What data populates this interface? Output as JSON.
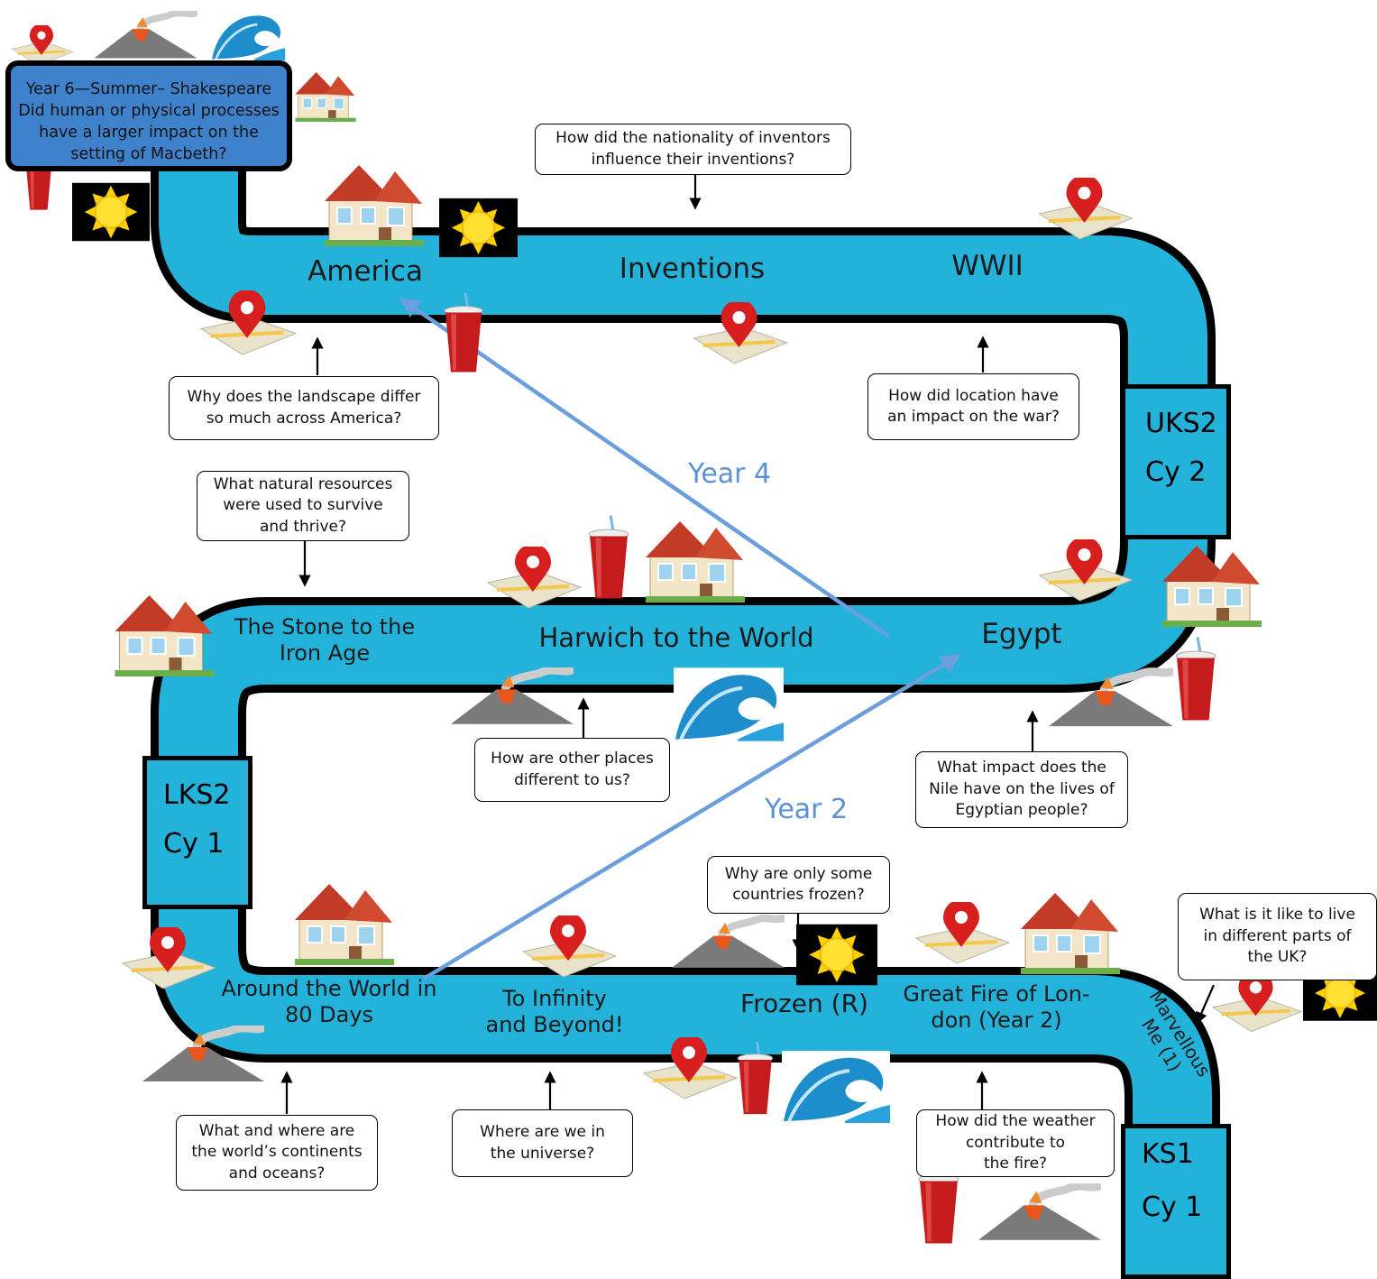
{
  "title_box": {
    "text": "Year 6—Summer– Shakespeare\nDid human or physical processes\nhave a larger impact on the\n        setting of Macbeth?"
  },
  "stages": [
    {
      "line1": "KS1",
      "line2": "Cy 1"
    },
    {
      "line1": "LKS2",
      "line2": "Cy 1"
    },
    {
      "line1": "UKS2",
      "line2": "Cy 2"
    }
  ],
  "topics": {
    "marvellous_me": "Marvellous\nMe (1)",
    "great_fire": "Great Fire of Lon-\ndon (Year 2)",
    "frozen": "Frozen (R)",
    "infinity": "To Infinity\nand Beyond!",
    "around_world": "Around the World in\n80 Days",
    "stone_iron": "The Stone to the\nIron Age",
    "harwich": "Harwich to the World",
    "egypt": "Egypt",
    "wwii": "WWII",
    "inventions": "Inventions",
    "america": "America"
  },
  "years": {
    "year4": "Year 4",
    "year2": "Year 2"
  },
  "questions": {
    "uk_parts": "What is it like to live\nin different parts of\nthe UK?",
    "weather_fire": "How did the weather\n     contribute to\n     the fire?",
    "frozen_q": "Why are only some\ncountries frozen?",
    "universe": "Where are we in\nthe universe?",
    "continents": "What and where are\nthe world’s continents\nand oceans?",
    "other_places": "How are other places\ndifferent to us?",
    "nile": "What impact does the\nNile have on the lives of\nEgyptian people?",
    "resources": "What natural resources\nwere used to survive\nand thrive?",
    "location_war": "How did location have\nan impact on the war?",
    "landscape": "Why does the landscape differ\nso much across America?",
    "nationality": "How did the nationality of inventors\ninfluence their inventions?"
  },
  "icons": [
    "house-icon",
    "map-pin-icon",
    "volcano-icon",
    "wave-icon",
    "sun-icon",
    "drink-cup-icon"
  ],
  "colors": {
    "road": "#22b2da",
    "title_fill": "#3f82cc",
    "year_arrow": "#6b9fdc"
  }
}
